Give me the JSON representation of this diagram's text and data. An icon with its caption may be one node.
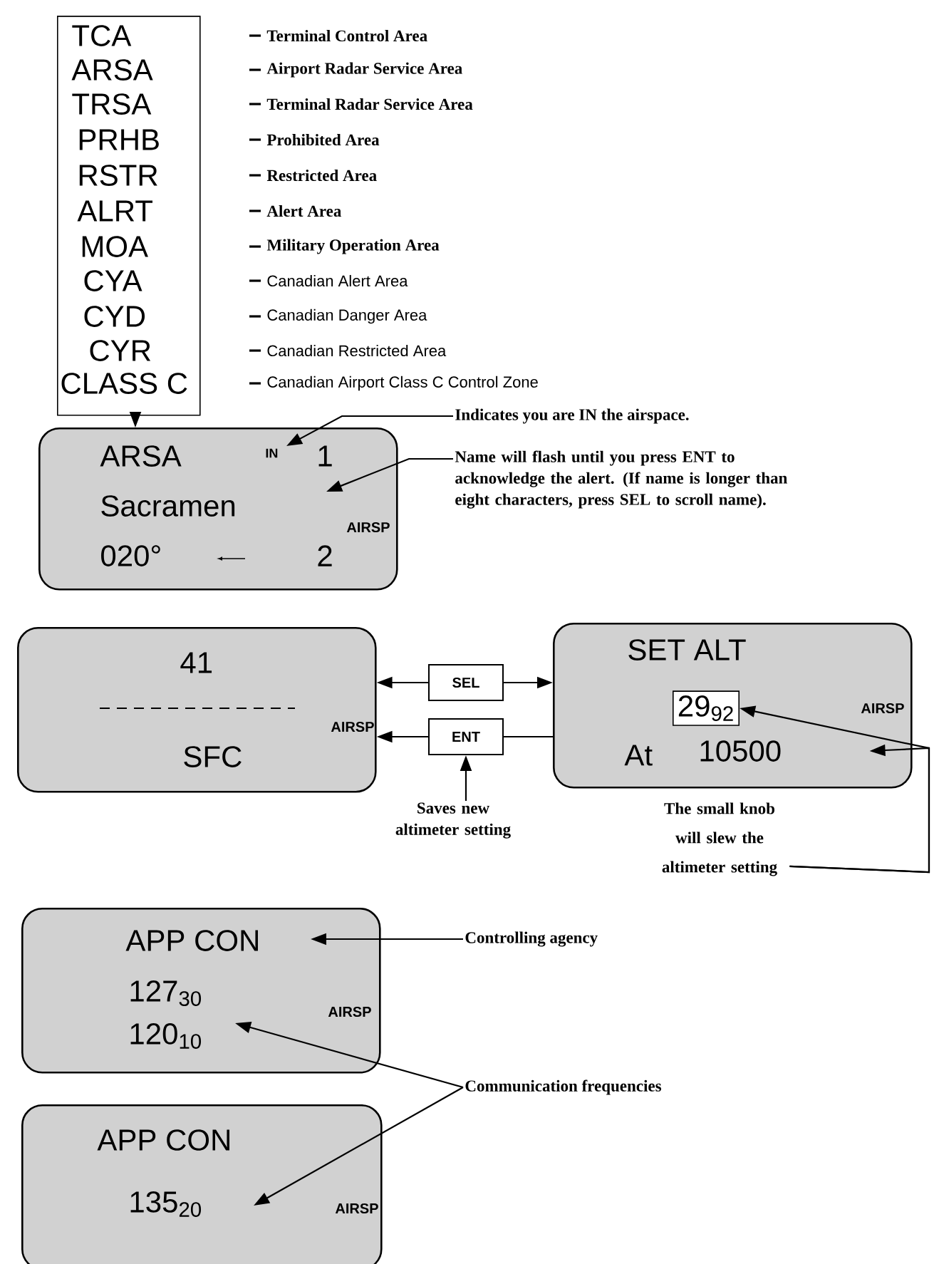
{
  "diagram": {
    "nodes": [
      {
        "text": [
          "TCA",
          "ARSA",
          "TRSA",
          "PRHB",
          "RSTR",
          "ALRT",
          "MOA",
          "CYA",
          "CYD",
          "CYR",
          "CLASS C"
        ]
      },
      {
        "text": [
          "ARSA",
          "IN",
          "1",
          "Sacramen",
          "AIRSP",
          "020°",
          "2"
        ]
      },
      {
        "text": [
          "Indicates you are IN the airspace."
        ]
      },
      {
        "text": [
          "Name will flash until you press ENT to acknowledge the alert. (If name is longer than eight characters, press SEL to scroll name)."
        ]
      },
      {
        "text": [
          "41",
          "AIRSP",
          "SFC"
        ]
      },
      {
        "text": [
          "SEL"
        ]
      },
      {
        "text": [
          "ENT"
        ]
      },
      {
        "text": [
          "SET ALT",
          "AIRSP",
          "At",
          "10500"
        ]
      },
      {
        "text": [
          "29$_{92}$"
        ],
        "in": 7
      },
      {
        "text": [
          "Saves new altimeter setting"
        ]
      },
      {
        "text": [
          "The small knob will slew the altimeter setting"
        ]
      },
      {
        "text": [
          "APP CON",
          "127$_{30}$",
          "120$_{10}$",
          "AIRSP"
        ]
      },
      {
        "text": [
          "Controlling agency"
        ]
      },
      {
        "text": [
          "APP CON",
          "135$_{20}$",
          "AIRSP"
        ]
      },
      {
        "text": [
          "Communication frequencies"
        ]
      }
    ],
    "edges": [
      {
        "from": 0,
        "to": 1,
        "arrow": "to"
      },
      {
        "from": 2,
        "to": 1,
        "arrow": "to"
      },
      {
        "from": 3,
        "to": 1,
        "arrow": "to"
      },
      {
        "from": 5,
        "to": 4,
        "arrow": "to"
      },
      {
        "from": 5,
        "to": 7,
        "arrow": "to"
      },
      {
        "from": 6,
        "to": 4,
        "arrow": "to"
      },
      {
        "from": 7,
        "to": 6,
        "arrow": "none"
      },
      {
        "from": 9,
        "to": 6,
        "arrow": "to"
      },
      {
        "from": 10,
        "to": 8,
        "arrow": "to"
      },
      {
        "from": 10,
        "to": 7,
        "arrow": "to"
      },
      {
        "from": 12,
        "to": 11,
        "arrow": "to"
      },
      {
        "from": 14,
        "to": 11,
        "arrow": "to"
      },
      {
        "from": 14,
        "to": 13,
        "arrow": "to"
      }
    ],
    "labels": [
      "Terminal Control Area",
      "Airport Radar Service Area",
      "Terminal Radar Service Area",
      "Prohibited Area",
      "Restricted Area",
      "Alert Area",
      "Military Operation Area",
      "Canadian Alert Area",
      "Canadian Danger Area",
      "Canadian Restricted Area",
      "Canadian Airport Class C Control Zone"
    ]
  }
}
